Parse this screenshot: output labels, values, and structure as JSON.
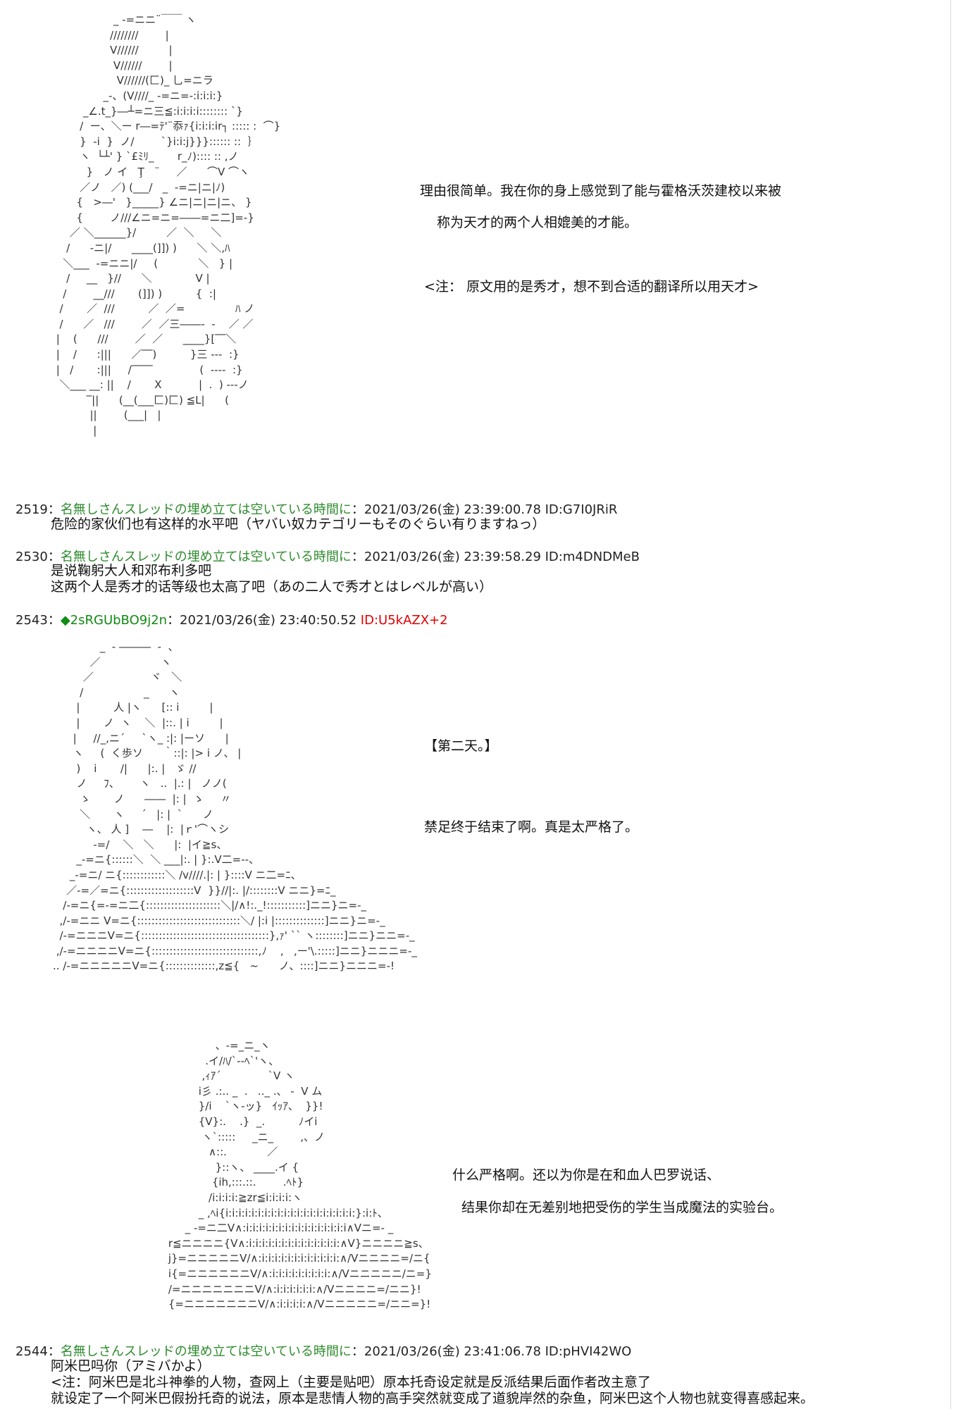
{
  "aa1": [
    "                  _ -=ニニ¨￣￣ ヽ",
    "                 ////////        |",
    "                 V//////         |",
    "                  V//////        |",
    "                   V//////(匚)_ 乚=ニラ",
    "               _-、(V////_ -=ニ=-:i:i:i:}",
    "         _∠.t_}―┴=ニ三≦:i:i:i:i:::::::: `}",
    "        /  ー、＼ー r―=ﾃ'¨忝ｧ{i:i:i:ir┐ ::::: :  ⌒}",
    "        }  -i  }  ノ/        `}i:i:j}}}:::::: ::  ｝",
    "        ヽ  └┴' } `£ﾐﾘ_       r_ﾉ):::: :: ,ノ",
    "          }   ノ イ   Ţ   ¨     ／      ⌒V ⌒ヽ",
    "        ／ノ   ／) (___/   _  -=ニ|ニ|ﾉ)",
    "       {   >―'   }_____} ∠ニ|ニ|ニ|ニ、 }",
    "       {        ノ///∠ニ=ニ=――=ニ二]=-}",
    "     ／ ＼______}/         ／  ＼     ＼",
    "    /      -ニ|/      ____(]]) )      ＼ ＼,ﾊ",
    "   ＼___  -=ニニ|/     (            ＼   } |",
    "    /     __   }//      ＼             V |",
    "   /        __///       (]]) )          {  :|",
    "  /       ／  ///          ／  ／=               ﾊ ノ",
    "  /      ／   ///        ／  ／三――-  -    ／ ／",
    " |    (      ///        ／  ／      ____}[‾‾＼",
    " |    /      :|||      ／‾‾)          }三 ---  :}",
    " |   /       :|||     /‾‾‾‾              (  ----  :}",
    "  ＼___ __: ||    /       X           |  .  ) ---ノ",
    "          ‾||      (__(___匚)匚) ≦L|      (",
    "           ||        (___|   |",
    "            |"
  ],
  "aa2": [
    "              _  ‐ ―――  ‐  、",
    "           ／                  ヽ",
    "         ／                 ヾ   ＼",
    "        /                  _      ヽ",
    "       |          人 |ヽ      [:: i         |",
    "       |       ノ  ヽ    ＼  |::. | i         |",
    "      |     //_,ニ´     `ヽ_ :|: |ーソ      |",
    "      ヽ     (  く歩ソ      ｀::|: |> i ノ、 |",
    "       )    i       /|      |:. |   ゞ //",
    "       ノ     ﾌ、      ヽ   ..  |.: |   ノノ(",
    "        ゝ       ノ      ――  |: |  ゝ     〃",
    "        ＼       ヽ     ´   |: |  `      ノ",
    "          ヽ、 人 ]    ―    |:  |ｒ'⌒ヽシ",
    "            -=/    ＼   ＼      |:  |イ≧s、",
    "       _-=ニ{::::::＼  ＼ ___|:. | }:.V二=--、",
    "     _-=ニ/ ニ{::::::::::::＼ /v////.|: | }::::V ニ二=ﾆ、",
    "    ／-=／=ニ{:::::::::::::::::::V  }}//|:. |/::::::::V ニニ}=ﾆ_",
    "   /-=ニ{=-=ニ二{:::::::::::::::::::::＼|/∧!:._!:::::::::::]ニニ}ニ=-_",
    "  ,/-=ニニ V=ニ{:::::::::::::::::::::::::::::＼/ |:i |::::::::::::::]ニニ}ニ=-_",
    "  /-=ニニニV=ニ{::::::::::::::::::::::::::::::::::::},ｧ' `` ヽ::::::::]ニニ}ニニ=-_",
    " ,/-=ニニニニV=ニ{::::::::::::::::::::::::::::::,ﾉ    ,   ,ー'\\.:::::]ニニ}ニニニ=-_",
    ".. /-=ニニニニニV=ニ{::::::::::::::,z≦{   ~      ノ、::::]ニニ}ニニニ=-!"
  ],
  "aa3": [
    "                   、-=_ニ_ヽ",
    "                .イ/ﾊ/`‐-ﾍ`'ヽ、",
    "               ,ｨｱ´              `V ヽ",
    "              i彡 .:.. _  .   .._ .、 -  V ム",
    "              }/i    `ヽ-ッ}   ｲｯｱ、  }}!",
    "              {V}:.    .}  _.          ﾉイi",
    "               ヽ`:::::     _ニ_        ,、ノ",
    "                 ∧::.            ／",
    "                   }::ヽ、 ____.イ {",
    "                  {ih,:::.::.        .ﾍﾄ}",
    "                 /i:i:i:i:≧zr≦i:i:i:i:ヽ",
    "              _ ,ﾍi{i:i:i:i:i:i:i:i:i:i:i:i:i:i:i:i:i:i:i:i:}:i:ﾄ、",
    "          _ -=ニ二V∧:i:i:i:i:i:i:i:i:i:i:i:i:i:i:i:i∧Vニ=- _",
    "     r≦ニニニニ{V∧:i:i:i:i:i:i:i:i:i:i:i:i:i:i:∧V}ニニニニ≧s、",
    "     j}=ニニニニニV/∧:i:i:i:i:i:i:i:i:i:i:i:i:∧/Vニニニニ=/ニ{",
    "     i{=ニニニニニニV/∧:i:i:i:i:i:i:i:i:i:∧/Vニニニニニ/ニ=}",
    "     /=ニニニニニニニV/∧:i:i:i:i:i:i:∧/Vニニニニ=/ニニ}!",
    "     {=ニニニニニニニV/∧:i:i:i:i:∧/Vニニニニニ=/ニニ=}!"
  ],
  "texts": {
    "t1": "理由很简单。我在你的身上感觉到了能与霍格沃茨建校以来被",
    "t2": "称为天才的两个人相媲美的才能。",
    "t3": "<注：  原文用的是秀才，想不到合适的翻译所以用天才>",
    "t4": "【第二天。】",
    "t5": "禁足终于结束了啊。真是太严格了。",
    "t6": "什么严格啊。还以为你是在和血人巴罗说话、",
    "t7": "结果你却在无差别地把受伤的学生当成魔法的实验台。"
  },
  "posts": {
    "p2519": {
      "num": "2519",
      "sep": "：",
      "name": "名無しさんスレッドの埋め立ては空いている時間に",
      "meta": "：2021/03/26(金) 23:39:00.78 ID:G7I0JRiR",
      "lines": [
        "危险的家伙们也有这样的水平吧（ヤバい奴カテゴリーもそのぐらい有りますねっ）"
      ]
    },
    "p2530": {
      "num": "2530",
      "sep": "：",
      "name": "名無しさんスレッドの埋め立ては空いている時間に",
      "meta": "：2021/03/26(金) 23:39:58.29 ID:m4DNDMeB",
      "lines": [
        "是说鞠躬大人和邓布利多吧",
        "这两个人是秀才的话等级也太高了吧（あの二人で秀才とはレベルが高い）"
      ]
    },
    "p2543": {
      "num": "2543",
      "sep": "：",
      "trip": "◆2sRGUbBO9j2n",
      "meta": "：2021/03/26(金) 23:40:50.52",
      "id": "ID:U5kAZX+2"
    },
    "p2544": {
      "num": "2544",
      "sep": "：",
      "name": "名無しさんスレッドの埋め立ては空いている時間に",
      "meta": "：2021/03/26(金) 23:41:06.78 ID:pHVI42WO",
      "lines": [
        "阿米巴吗你（アミバかよ）",
        "<注：阿米巴是北斗神拳的人物，查网上（主要是贴吧）原本托奇设定就是反派结果后面作者改主意了",
        "就设定了一个阿米巴假扮托奇的说法，原本是悲情人物的高手突然就变成了道貌岸然的杂鱼，阿米巴这个人物也就变得喜感起来。"
      ]
    }
  }
}
